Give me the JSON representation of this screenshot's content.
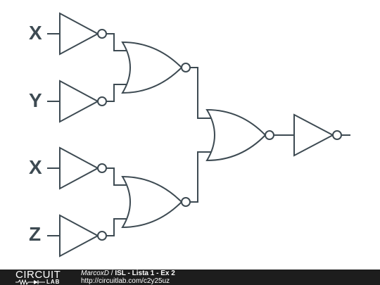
{
  "diagram": {
    "inputs": [
      {
        "id": "in1",
        "label": "X"
      },
      {
        "id": "in2",
        "label": "Y"
      },
      {
        "id": "in3",
        "label": "X"
      },
      {
        "id": "in4",
        "label": "Z"
      }
    ],
    "gates": [
      {
        "id": "not1",
        "type": "NOT"
      },
      {
        "id": "not2",
        "type": "NOT"
      },
      {
        "id": "not3",
        "type": "NOT"
      },
      {
        "id": "not4",
        "type": "NOT"
      },
      {
        "id": "nor1",
        "type": "NOR",
        "inputs": [
          "not1",
          "not2"
        ]
      },
      {
        "id": "nor2",
        "type": "NOR",
        "inputs": [
          "not3",
          "not4"
        ]
      },
      {
        "id": "nor3",
        "type": "NOR",
        "inputs": [
          "nor1",
          "nor2"
        ]
      },
      {
        "id": "not5",
        "type": "NOT",
        "inputs": [
          "nor3"
        ]
      }
    ],
    "colors": {
      "stroke": "#3d4a52",
      "background": "#ffffff"
    }
  },
  "footer": {
    "brand_top": "CIRCUIT",
    "brand_bottom": "LAB",
    "author": "MarcoxD",
    "separator": " / ",
    "title": "ISL - Lista 1 - Ex 2",
    "url": "http://circuitlab.com/c2y25uz",
    "colors": {
      "background": "#1d1d1d",
      "text": "#ffffff"
    }
  }
}
